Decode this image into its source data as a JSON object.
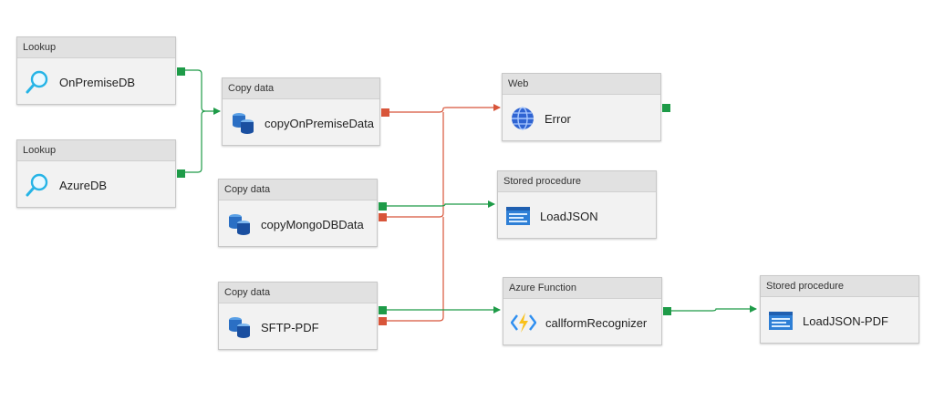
{
  "pipeline": {
    "activities": [
      {
        "id": "lookup_onprem",
        "type": "Lookup",
        "name": "OnPremiseDB",
        "icon": "lookup-icon"
      },
      {
        "id": "lookup_azure",
        "type": "Lookup",
        "name": "AzureDB",
        "icon": "lookup-icon"
      },
      {
        "id": "copy_onprem",
        "type": "Copy data",
        "name": "copyOnPremiseData",
        "icon": "database-copy-icon"
      },
      {
        "id": "copy_mongo",
        "type": "Copy data",
        "name": "copyMongoDBData",
        "icon": "database-copy-icon"
      },
      {
        "id": "copy_sftp",
        "type": "Copy data",
        "name": "SFTP-PDF",
        "icon": "database-copy-icon"
      },
      {
        "id": "web_error",
        "type": "Web",
        "name": "Error",
        "icon": "globe-icon"
      },
      {
        "id": "sp_loadjson",
        "type": "Stored procedure",
        "name": "LoadJSON",
        "icon": "stored-procedure-icon"
      },
      {
        "id": "func_form",
        "type": "Azure Function",
        "name": "callformRecognizer",
        "icon": "azure-function-icon"
      },
      {
        "id": "sp_loadjson_pdf",
        "type": "Stored procedure",
        "name": "LoadJSON-PDF",
        "icon": "stored-procedure-icon"
      }
    ],
    "connections": [
      {
        "from": "lookup_onprem",
        "to": "copy_onprem",
        "condition": "success"
      },
      {
        "from": "lookup_azure",
        "to": "copy_onprem",
        "condition": "success"
      },
      {
        "from": "copy_onprem",
        "to": "web_error",
        "condition": "failure"
      },
      {
        "from": "copy_mongo",
        "to": "web_error",
        "condition": "failure"
      },
      {
        "from": "copy_sftp",
        "to": "web_error",
        "condition": "failure"
      },
      {
        "from": "copy_mongo",
        "to": "sp_loadjson",
        "condition": "success"
      },
      {
        "from": "copy_sftp",
        "to": "func_form",
        "condition": "success"
      },
      {
        "from": "func_form",
        "to": "sp_loadjson_pdf",
        "condition": "success"
      }
    ],
    "colors": {
      "success": "#1e9b48",
      "failure": "#d8553a",
      "header": "#e1e1e1",
      "node": "#f2f2f2"
    }
  }
}
